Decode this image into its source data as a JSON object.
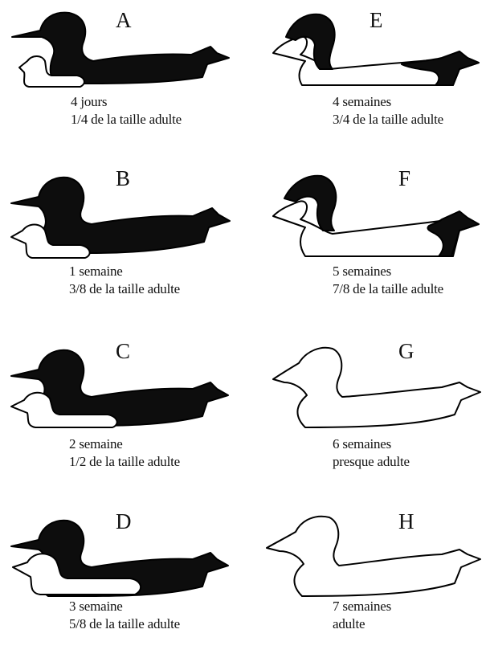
{
  "colors": {
    "dark_plumage": "#0d0d0d",
    "light_plumage": "#ffffff",
    "outline": "#000000"
  },
  "panels": [
    {
      "letter": "A",
      "age": "4 jours",
      "size": "1/4 de la taille adulte"
    },
    {
      "letter": "B",
      "age": "1 semaine",
      "size": "3/8 de la taille adulte"
    },
    {
      "letter": "C",
      "age": "2 semaine",
      "size": "1/2 de la taille adulte"
    },
    {
      "letter": "D",
      "age": "3 semaine",
      "size": "5/8 de la taille adulte"
    },
    {
      "letter": "E",
      "age": "4 semaines",
      "size": "3/4 de la taille adulte"
    },
    {
      "letter": "F",
      "age": "5 semaines",
      "size": "7/8 de la taille adulte"
    },
    {
      "letter": "G",
      "age": "6 semaines",
      "size": "presque adulte"
    },
    {
      "letter": "H",
      "age": "7 semaines",
      "size": "adulte"
    }
  ]
}
